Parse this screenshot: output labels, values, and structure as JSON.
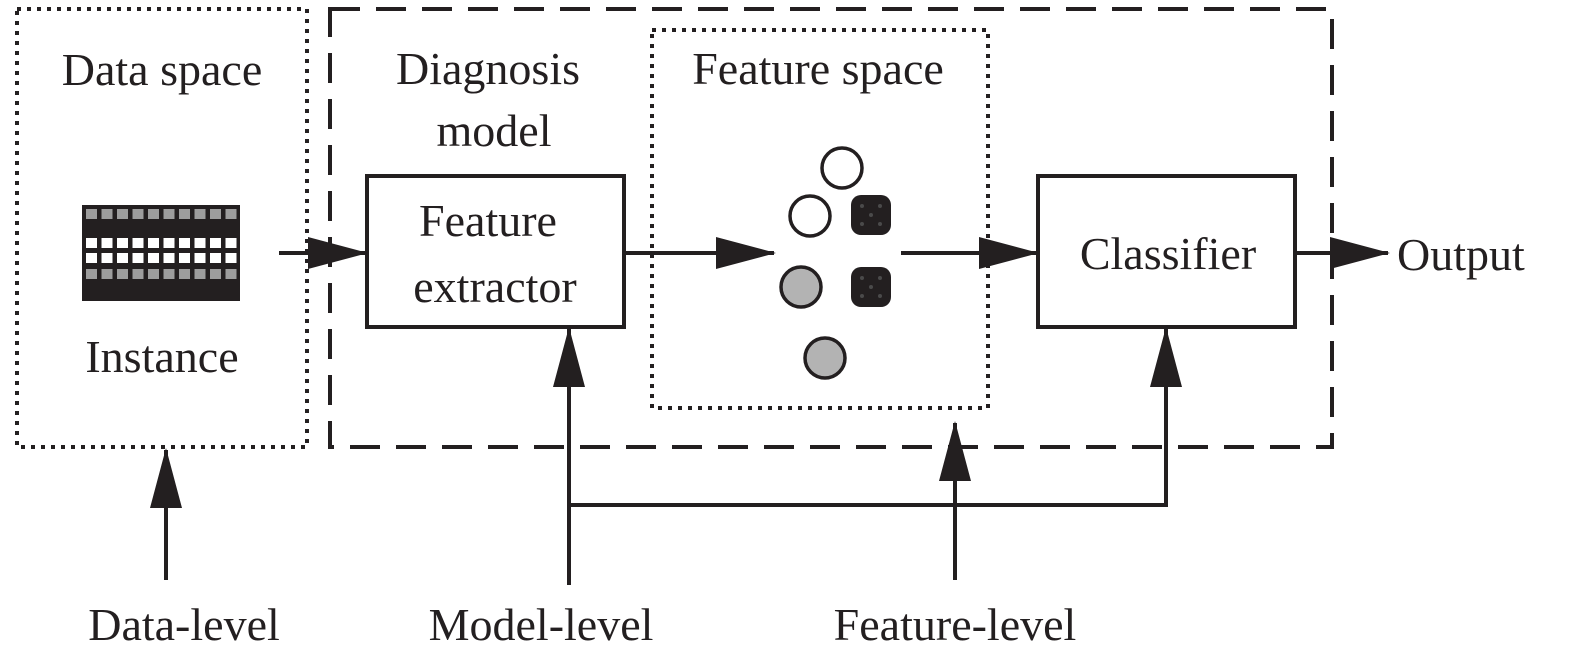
{
  "data_space": {
    "title": "Data space",
    "instance_label": "Instance"
  },
  "diagnosis_model": {
    "title_line1": "Diagnosis",
    "title_line2": "model",
    "feature_extractor_line1": "Feature",
    "feature_extractor_line2": "extractor",
    "classifier": "Classifier"
  },
  "feature_space": {
    "title": "Feature space",
    "points": [
      {
        "style": "white-circle"
      },
      {
        "style": "white-circle"
      },
      {
        "style": "black-square"
      },
      {
        "style": "gray-circle"
      },
      {
        "style": "black-square"
      },
      {
        "style": "gray-circle"
      }
    ]
  },
  "output_label": "Output",
  "levels": {
    "data": "Data-level",
    "model": "Model-level",
    "feature": "Feature-level"
  },
  "colors": {
    "stroke": "#231f20",
    "gray_fill": "#b3b3b3",
    "matrix_dark": "#231f20",
    "matrix_light": "#9d9d9d"
  }
}
